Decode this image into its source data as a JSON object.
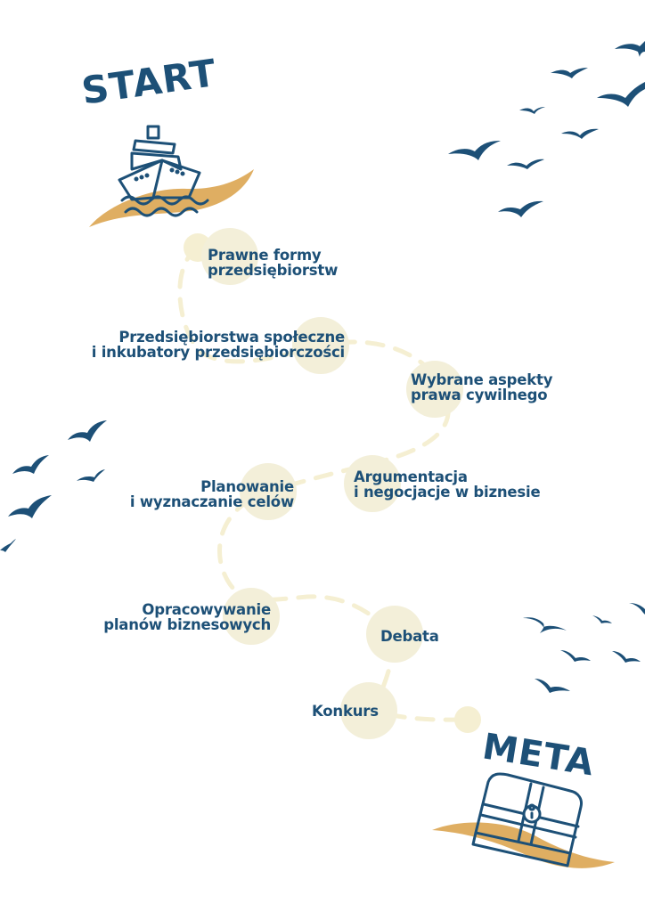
{
  "title_start": "START",
  "title_end": "META",
  "colors": {
    "text": "#1d5077",
    "node_fill": "#f3efd9",
    "path_dash": "#f5efd2",
    "sand": "#dfae62",
    "icon_stroke": "#1d5077",
    "bird": "#1d5077",
    "background": "#ffffff"
  },
  "stages": [
    {
      "id": "prawne-formy",
      "lines": [
        "Prawne formy",
        "przedsiębiorstw"
      ]
    },
    {
      "id": "przedsiebiorstwa-spoleczne",
      "lines": [
        "Przedsiębiorstwa społeczne",
        "i inkubatory przedsiębiorczości"
      ]
    },
    {
      "id": "wybrane-aspekty",
      "lines": [
        "Wybrane aspekty",
        "prawa cywilnego"
      ]
    },
    {
      "id": "argumentacja",
      "lines": [
        "Argumentacja",
        "i negocjacje w biznesie"
      ]
    },
    {
      "id": "planowanie",
      "lines": [
        "Planowanie",
        "i wyznaczanie celów"
      ]
    },
    {
      "id": "opracowywanie",
      "lines": [
        "Opracowywanie",
        "planów biznesowych"
      ]
    },
    {
      "id": "debata",
      "lines": [
        "Debata"
      ]
    },
    {
      "id": "konkurs",
      "lines": [
        "Konkurs"
      ]
    }
  ],
  "icons": {
    "start": "ship-icon",
    "end": "treasure-chest-icon",
    "decor": "bird-icon"
  }
}
